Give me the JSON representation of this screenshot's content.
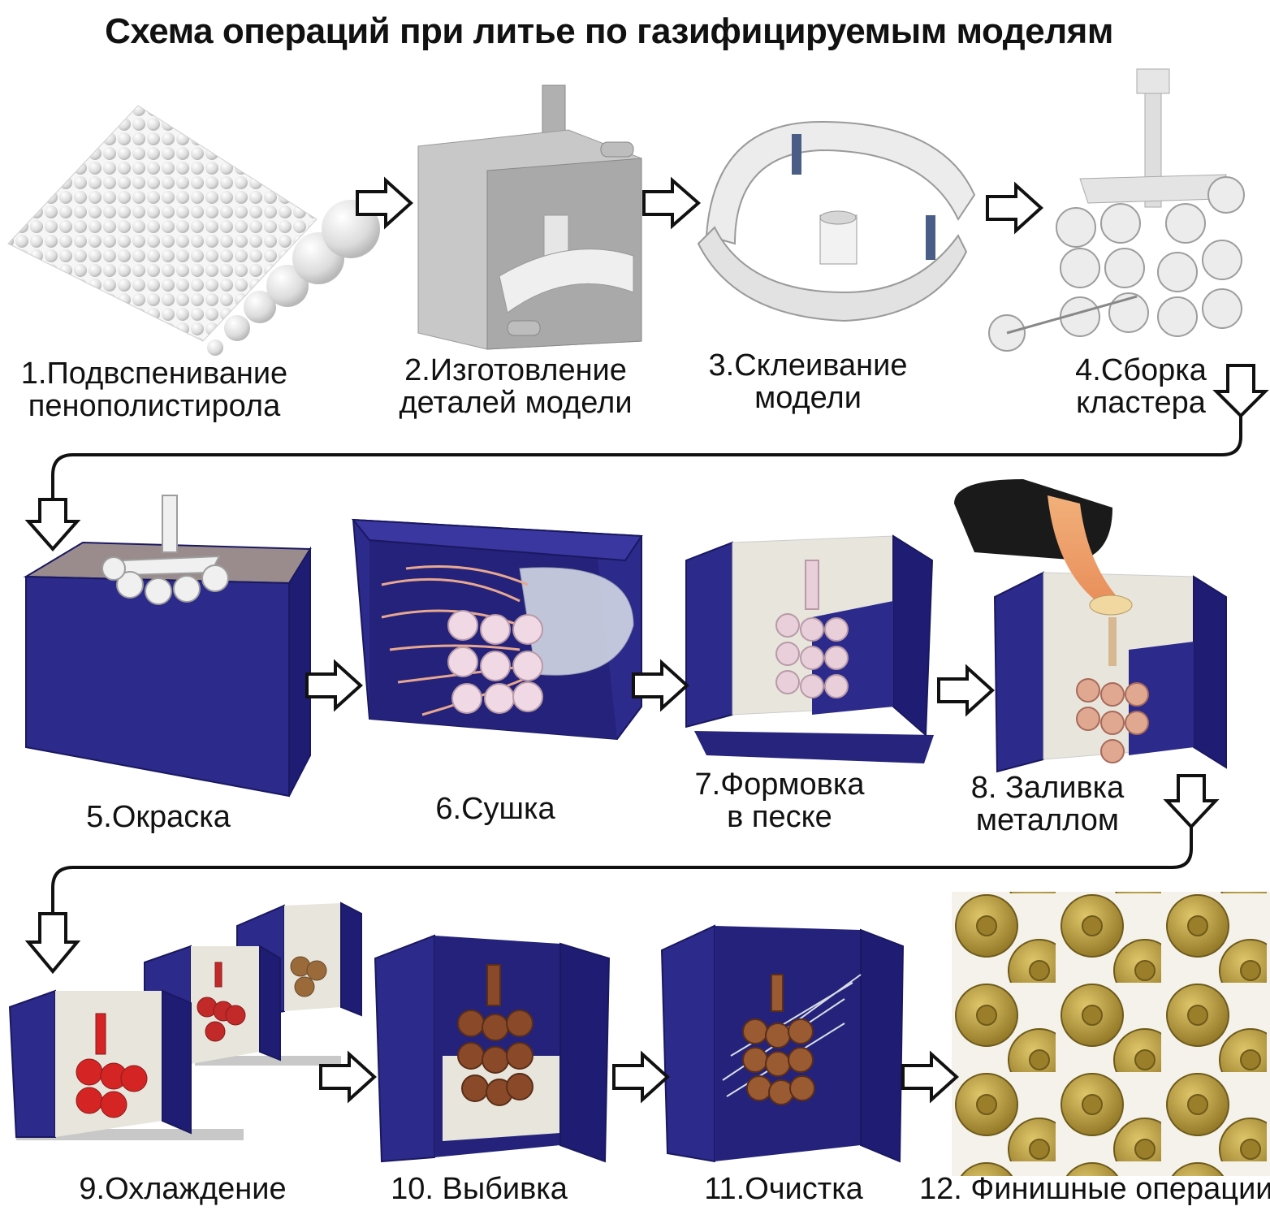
{
  "title": "Схема операций при литье по газифицируемым моделям",
  "steps": [
    {
      "num": "1.",
      "line1": "Подвспенивание",
      "line2": "пенополистирола"
    },
    {
      "num": "2.",
      "line1": "Изготовление",
      "line2": "деталей модели"
    },
    {
      "num": "3.",
      "line1": "Склеивание",
      "line2": "модели"
    },
    {
      "num": "4.",
      "line1": "Сборка",
      "line2": "кластера"
    },
    {
      "num": "5.",
      "line1": "Окраска",
      "line2": ""
    },
    {
      "num": "6.",
      "line1": "Сушка",
      "line2": ""
    },
    {
      "num": "7.",
      "line1": "Формовка",
      "line2": "в песке"
    },
    {
      "num": "8.",
      "line1": "Заливка",
      "line2": "металлом"
    },
    {
      "num": "9.",
      "line1": "Охлаждение",
      "line2": ""
    },
    {
      "num": "10.",
      "line1": "Выбивка",
      "line2": ""
    },
    {
      "num": "11.",
      "line1": "Очистка",
      "line2": ""
    },
    {
      "num": "12.",
      "line1": "Финишные операции",
      "line2": ""
    }
  ],
  "colors": {
    "box_blue": "#2c2a8a",
    "foam_white": "#f0f0f0",
    "sand": "#e8e6dc",
    "metal_red": "#cc1f1f",
    "metal_bronze": "#8a4a2a",
    "finished_gold": "#b89a3a",
    "arrow_fill": "#ffffff",
    "arrow_stroke": "#111111"
  }
}
